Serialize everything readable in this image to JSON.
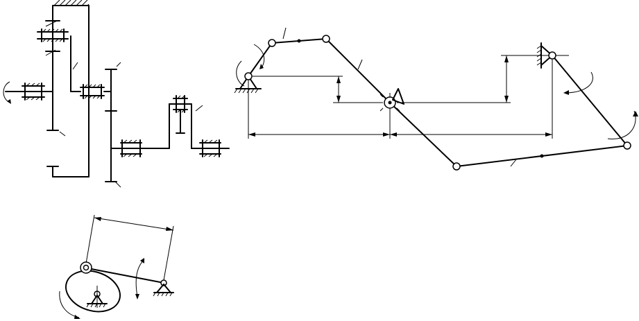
{
  "figure": {
    "background": "#ffffff",
    "stroke_color": "#000000",
    "panels": [
      "gear-train-scheme",
      "six-bar-linkage-scheme",
      "cam-follower-scheme"
    ]
  }
}
